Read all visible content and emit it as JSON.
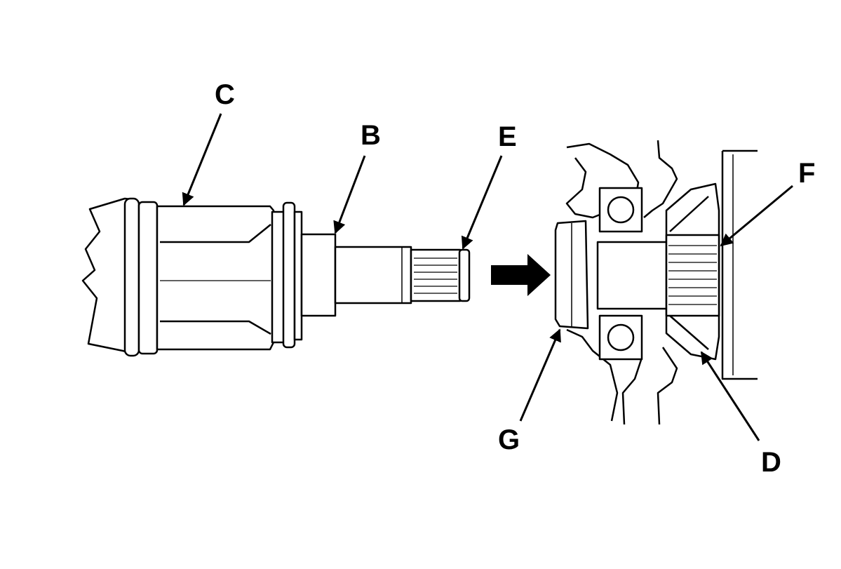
{
  "labels": {
    "c": "C",
    "b": "B",
    "e": "E",
    "f": "F",
    "g": "G",
    "d": "D"
  },
  "colors": {
    "line": "#000000",
    "fill": "#ffffff",
    "shade": "#e6e6e6",
    "background": "#ffffff"
  },
  "icons": {
    "direction": "right-arrow-icon",
    "callout_pointer": "arrow-pointer-icon"
  }
}
